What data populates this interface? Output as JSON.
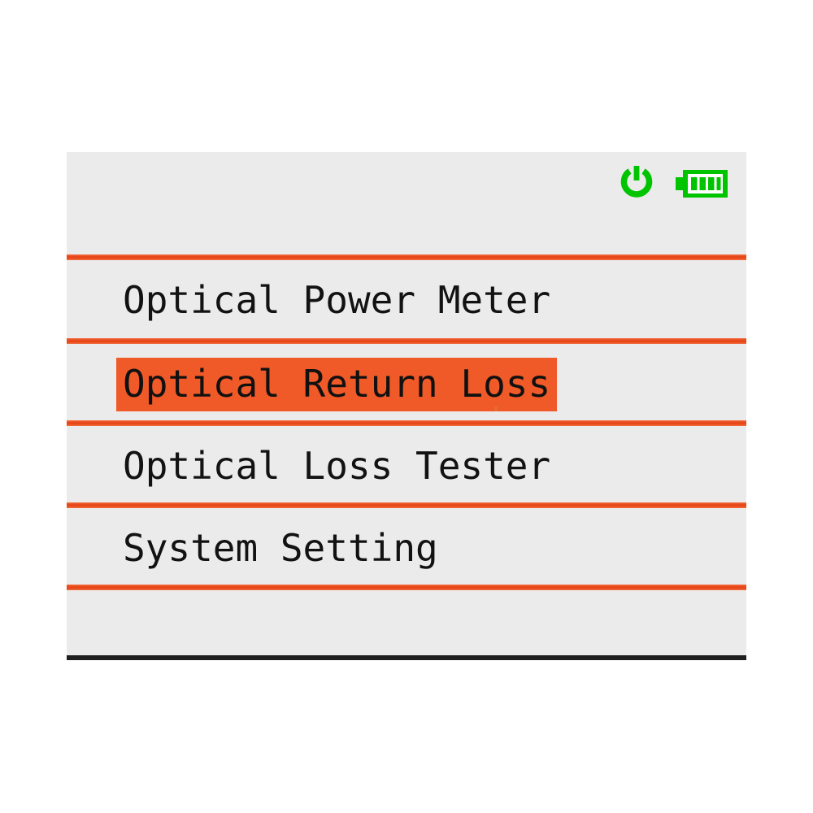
{
  "device": {
    "screen_label": "optical-tester-menu-screen",
    "background_color": "#ecebeb",
    "accent_color": "#f05a28",
    "status_color": "#00c400",
    "text_color": "#121212"
  },
  "status_bar": {
    "icons": [
      {
        "name": "power-icon",
        "label": "Power",
        "color": "#00c400"
      },
      {
        "name": "battery-icon",
        "label": "Battery",
        "color": "#00c400",
        "level_bars": 4,
        "total_bars": 4
      }
    ]
  },
  "menu": {
    "selected_index": 1,
    "items": [
      {
        "label": "Optical Power Meter",
        "selected": false
      },
      {
        "label": "Optical Return Loss",
        "selected": true
      },
      {
        "label": "Optical Loss Tester",
        "selected": false
      },
      {
        "label": "System Setting",
        "selected": false
      }
    ]
  }
}
